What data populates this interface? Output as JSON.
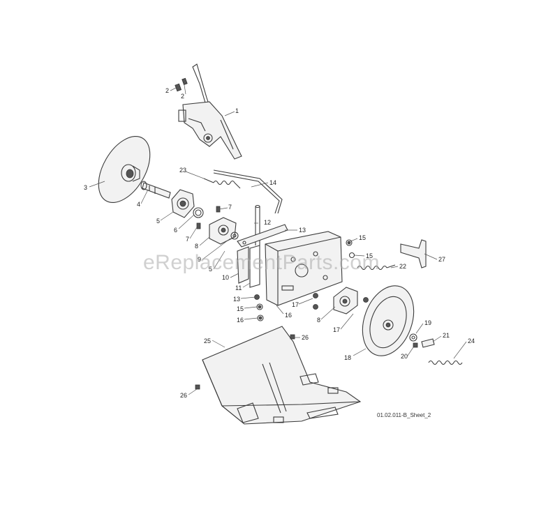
{
  "diagram": {
    "callouts": [
      {
        "id": "c1",
        "text": "1"
      },
      {
        "id": "c2a",
        "text": "2"
      },
      {
        "id": "c2b",
        "text": "2"
      },
      {
        "id": "c3",
        "text": "3"
      },
      {
        "id": "c4",
        "text": "4"
      },
      {
        "id": "c5a",
        "text": "5"
      },
      {
        "id": "c5b",
        "text": "5"
      },
      {
        "id": "c6",
        "text": "6"
      },
      {
        "id": "c7a",
        "text": "7"
      },
      {
        "id": "c7b",
        "text": "7"
      },
      {
        "id": "c8a",
        "text": "8"
      },
      {
        "id": "c8b",
        "text": "8"
      },
      {
        "id": "c9",
        "text": "9"
      },
      {
        "id": "c10",
        "text": "10"
      },
      {
        "id": "c11",
        "text": "11"
      },
      {
        "id": "c12",
        "text": "12"
      },
      {
        "id": "c13a",
        "text": "13"
      },
      {
        "id": "c13b",
        "text": "13"
      },
      {
        "id": "c14",
        "text": "14"
      },
      {
        "id": "c15a",
        "text": "15"
      },
      {
        "id": "c15b",
        "text": "15"
      },
      {
        "id": "c15c",
        "text": "15"
      },
      {
        "id": "c16a",
        "text": "16"
      },
      {
        "id": "c16b",
        "text": "16"
      },
      {
        "id": "c17a",
        "text": "17"
      },
      {
        "id": "c17b",
        "text": "17"
      },
      {
        "id": "c18",
        "text": "18"
      },
      {
        "id": "c19",
        "text": "19"
      },
      {
        "id": "c20",
        "text": "20"
      },
      {
        "id": "c21",
        "text": "21"
      },
      {
        "id": "c22",
        "text": "22"
      },
      {
        "id": "c23",
        "text": "23"
      },
      {
        "id": "c24",
        "text": "24"
      },
      {
        "id": "c25",
        "text": "25"
      },
      {
        "id": "c26a",
        "text": "26"
      },
      {
        "id": "c26b",
        "text": "26"
      },
      {
        "id": "c27",
        "text": "27"
      }
    ],
    "watermark": "eReplacementParts.com",
    "sheet_reference": "01.02.011-B_Sheet_2"
  }
}
